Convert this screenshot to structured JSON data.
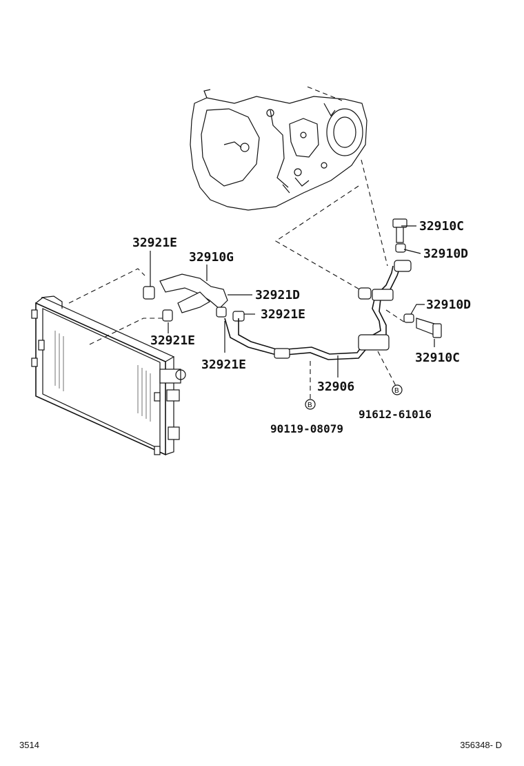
{
  "callouts": {
    "c1": "32921E",
    "c2": "32910G",
    "c3": "32921D",
    "c4": "32921E",
    "c5": "32921E",
    "c6": "32921E",
    "c7": "32910C",
    "c8": "32910D",
    "c9": "32910D",
    "c10": "32910C",
    "c11": "32906",
    "c12": "90119-08079",
    "c13": "91612-61016"
  },
  "markers": {
    "b1": "B",
    "b2": "B"
  },
  "footer": {
    "page_number": "3514",
    "figure_code": "356348- D"
  }
}
